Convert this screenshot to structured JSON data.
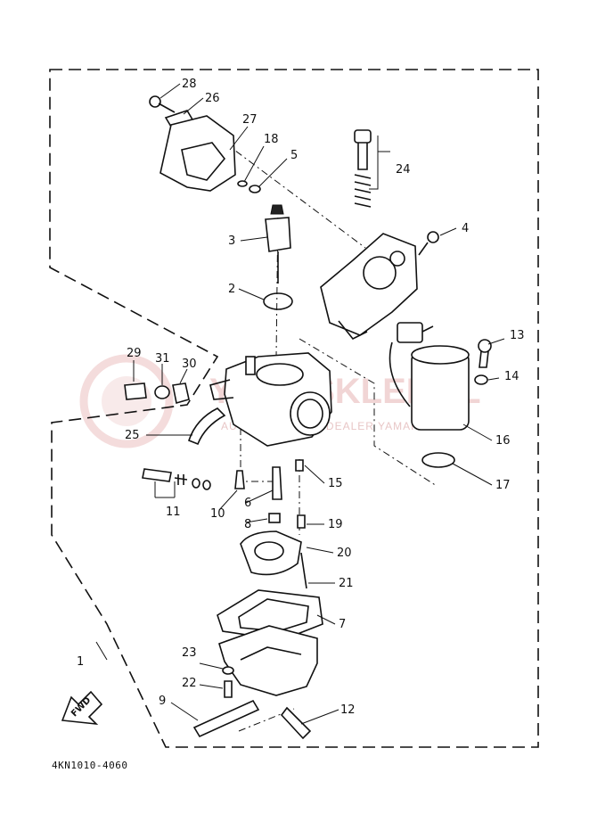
{
  "diagram": {
    "watermark": {
      "brand": "YAMASKLEP.PL",
      "subtitle": "AUTORYZOWANY DEALER YAMAHA"
    },
    "figure_code": "4KN1010-4060",
    "direction_label": "FWD",
    "callouts": [
      "1",
      "2",
      "3",
      "4",
      "5",
      "6",
      "7",
      "8",
      "9",
      "10",
      "11",
      "12",
      "13",
      "14",
      "15",
      "16",
      "17",
      "18",
      "19",
      "20",
      "21",
      "22",
      "23",
      "24",
      "25",
      "26",
      "27",
      "28",
      "29",
      "30",
      "31"
    ],
    "colors": {
      "line": "#111111",
      "watermark": "#e6b3b3"
    }
  }
}
